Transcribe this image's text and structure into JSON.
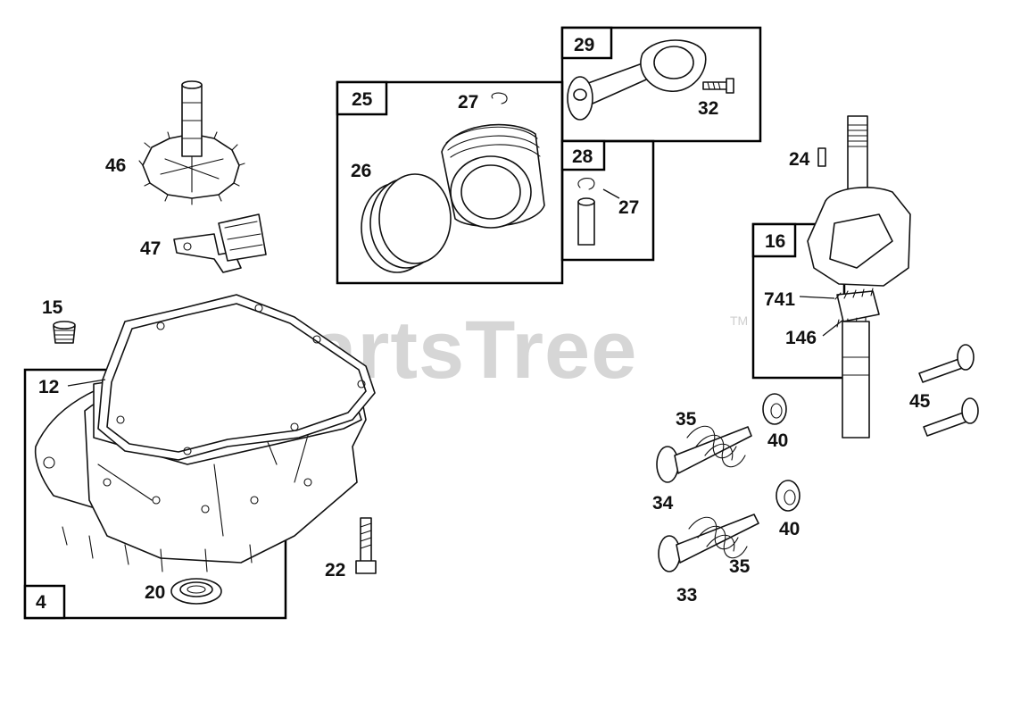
{
  "watermark": {
    "text": "PartsTree",
    "trademark": "TM"
  },
  "boxes": {
    "b4": "4",
    "b16": "16",
    "b25": "25",
    "b28": "28",
    "b29": "29"
  },
  "callouts": {
    "c46": "46",
    "c47": "47",
    "c15": "15",
    "c12": "12",
    "c20": "20",
    "c22": "22",
    "c27a": "27",
    "c26": "26",
    "c27b": "27",
    "c32": "32",
    "c24": "24",
    "c741": "741",
    "c146": "146",
    "c45": "45",
    "c35a": "35",
    "c40a": "40",
    "c34": "34",
    "c40b": "40",
    "c35b": "35",
    "c33": "33"
  },
  "colors": {
    "line": "#111111",
    "watermark": "#d6d6d6",
    "background": "#ffffff"
  }
}
